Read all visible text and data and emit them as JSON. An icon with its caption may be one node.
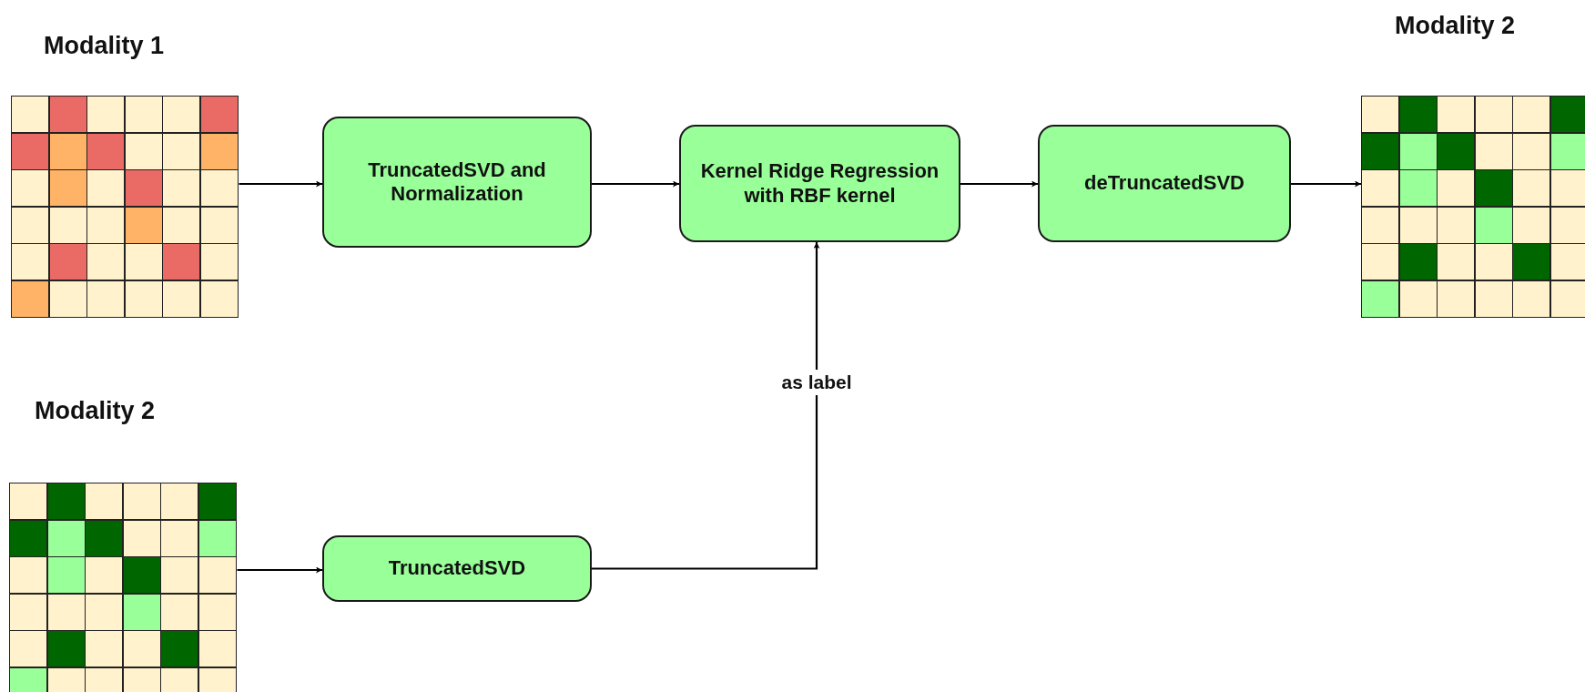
{
  "diagram": {
    "nodes": [
      {
        "text": [
          "Modality 1"
        ]
      },
      {
        "text": [
          "TruncatedSVD and Normalization"
        ]
      },
      {
        "text": [
          "Kernel Ridge Regression with RBF kernel"
        ]
      },
      {
        "text": [
          "deTruncatedSVD"
        ]
      },
      {
        "text": [
          "Modality 2"
        ]
      },
      {
        "text": [
          "Modality 2"
        ]
      },
      {
        "text": [
          "TruncatedSVD"
        ]
      }
    ],
    "edges": [
      {
        "from": 0,
        "to": 1,
        "arrow": "to"
      },
      {
        "from": 1,
        "to": 2,
        "arrow": "to"
      },
      {
        "from": 2,
        "to": 3,
        "arrow": "to"
      },
      {
        "from": 3,
        "to": 4,
        "arrow": "to"
      },
      {
        "from": 5,
        "to": 6,
        "arrow": "to"
      },
      {
        "from": 6,
        "to": 2,
        "arrow": "to",
        "label": "as label"
      }
    ]
  }
}
